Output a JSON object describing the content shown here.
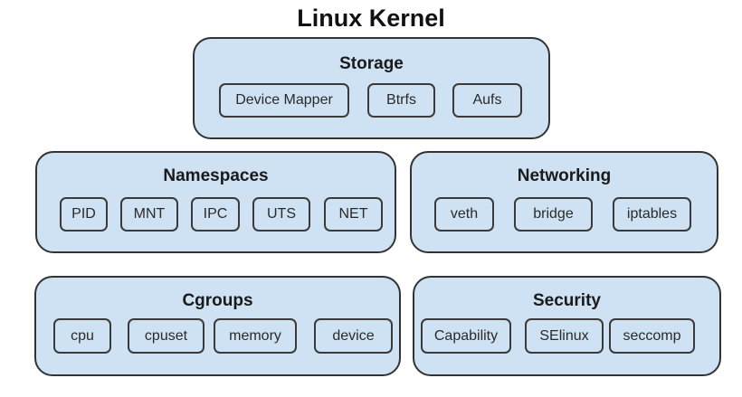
{
  "title": "Linux Kernel",
  "colors": {
    "fill": "#cfe2f3",
    "border": "#333333"
  },
  "groups": {
    "storage": {
      "label": "Storage",
      "items": [
        "Device Mapper",
        "Btrfs",
        "Aufs"
      ]
    },
    "namespaces": {
      "label": "Namespaces",
      "items": [
        "PID",
        "MNT",
        "IPC",
        "UTS",
        "NET"
      ]
    },
    "networking": {
      "label": "Networking",
      "items": [
        "veth",
        "bridge",
        "iptables"
      ]
    },
    "cgroups": {
      "label": "Cgroups",
      "items": [
        "cpu",
        "cpuset",
        "memory",
        "device"
      ]
    },
    "security": {
      "label": "Security",
      "items": [
        "Capability",
        "SElinux",
        "seccomp"
      ]
    }
  }
}
